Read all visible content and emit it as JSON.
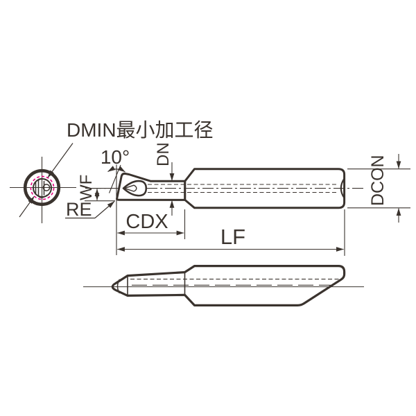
{
  "title": "boring-bar-technical-drawing",
  "labels": {
    "dmin": "DMIN最小加工径",
    "angle": "10°",
    "dn": "DN",
    "wf": "WF",
    "re": "RE",
    "cdx": "CDX",
    "lf": "LF",
    "dcon": "DCON"
  },
  "colors": {
    "line": "#3a332e",
    "dmin_circle": "#e5007d",
    "background": "#ffffff"
  }
}
